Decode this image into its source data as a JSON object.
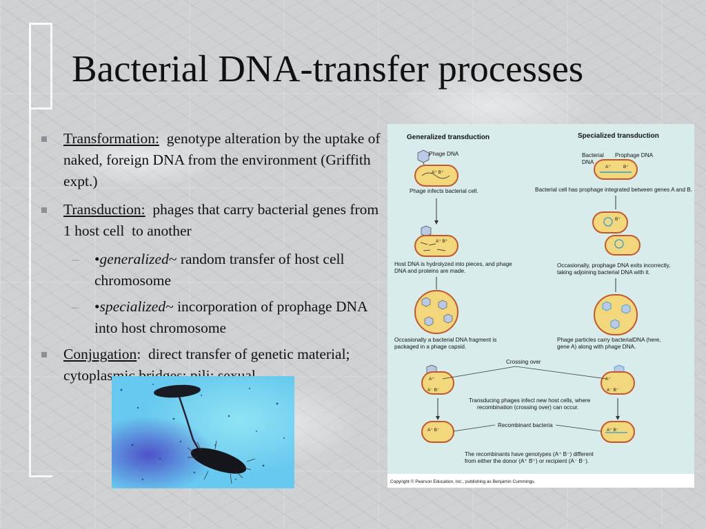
{
  "slide": {
    "title": "Bacterial DNA-transfer processes",
    "bullets": [
      {
        "term": "Transformation:",
        "text": "  genotype alteration by the uptake of naked, foreign DNA from the environment (Griffith expt.)"
      },
      {
        "term": "Transduction:",
        "text": "  phages that carry bacterial genes from 1 host cell  to another",
        "sub": [
          {
            "prefix": "•",
            "term": "generalized",
            "text": "~ random transfer of host cell chromosome"
          },
          {
            "prefix": "•",
            "term": "specialized",
            "text": "~ incorporation of prophage DNA into host chromosome"
          }
        ]
      },
      {
        "term": "Conjugation",
        "text": ":  direct transfer of genetic material; cytoplasmic bridges; pili; sexual"
      }
    ]
  },
  "diagram": {
    "left_heading": "Generalized transduction",
    "right_heading": "Specialized transduction",
    "phage_dna_label": "Phage DNA",
    "bacterial_dna_label_1": "Bacterial",
    "bacterial_dna_label_2": "DNA",
    "prophage_dna_label": "Prophage DNA",
    "cap1_left": "Phage infects bacterial cell.",
    "cap1_right": "Bacterial cell has prophage integrated between genes A and B.",
    "cap2_left_1": "Host DNA is hydrolyzed into pieces, and phage",
    "cap2_left_2": "DNA and proteins are made.",
    "cap2_right_1": "Occasionally, prophage DNA exits incorrectly,",
    "cap2_right_2": "taking adjoining bacterial DNA with it.",
    "cap3_left_1": "Occasionally a bacterial DNA fragment is",
    "cap3_left_2": "packaged in a phage capsid.",
    "cap3_right_1": "Phage particles carry bacterialDNA (here,",
    "cap3_right_2": "gene A) along with phage DNA.",
    "crossing_over": "Crossing over",
    "cap4_1": "Transducing phages infect new host cells, where",
    "cap4_2": "recombination (crossing over) can occur.",
    "recombinant": "Recombinant bacteria",
    "cap5_1": "The recombinants have genotypes (A⁺ B⁻) different",
    "cap5_2": "from either the donor (A⁺ B⁺) or recipient (A⁻ B⁻).",
    "gene_ab": "A⁺ B⁺",
    "gene_a": "A⁺",
    "gene_b": "B⁺",
    "gene_recip": "A⁻  B⁻",
    "gene_recomb": "A⁺  B⁻",
    "copyright": "Copyright © Pearson Education, Inc., publishing as Benjamin Cummings."
  },
  "colors": {
    "diagram_bg": "#d9ecec",
    "cell_fill": "#f3d77c",
    "cell_stroke": "#c4562a",
    "phage_fill": "#b9c9e6",
    "dna_blue": "#2a9ad8"
  },
  "photo_desc_icons": [
    "bacteria-conjugation-micrograph"
  ]
}
